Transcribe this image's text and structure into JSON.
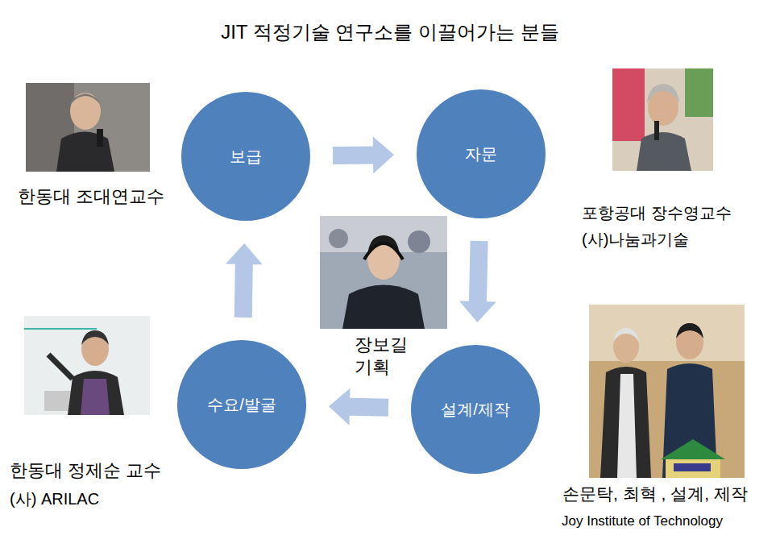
{
  "diagram": {
    "title": "JIT 적정기술 연구소를 이끌어가는 분들",
    "nodes": [
      {
        "text": [
          "보급"
        ]
      },
      {
        "text": [
          "자문"
        ]
      },
      {
        "text": [
          "설계/제작"
        ]
      },
      {
        "text": [
          "수요/발굴"
        ]
      }
    ],
    "edges": [
      {
        "from": 0,
        "to": 1,
        "arrow": "to"
      },
      {
        "from": 1,
        "to": 2,
        "arrow": "to"
      },
      {
        "from": 2,
        "to": 3,
        "arrow": "to"
      },
      {
        "from": 3,
        "to": 0,
        "arrow": "to"
      }
    ],
    "labels": [
      "한동대 조대연교수",
      "포항공대 장수영교수",
      "(사)나눔과기술",
      "장보길 기획",
      "한동대 정제순 교수",
      "(사) ARILAC",
      "손문탁, 최혁 , 설계, 제작",
      "Joy Institute of Technology"
    ]
  }
}
